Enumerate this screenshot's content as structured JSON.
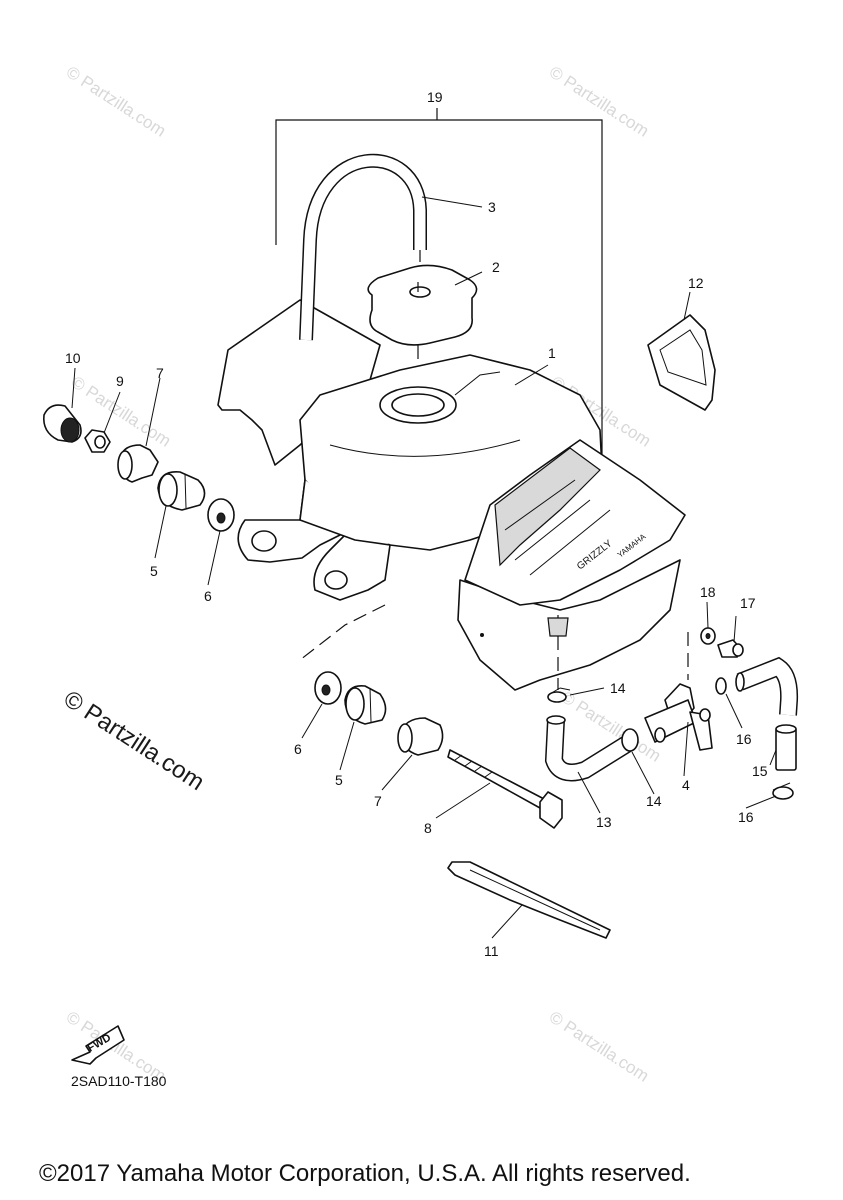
{
  "watermark": "© Partzilla.com",
  "callouts": {
    "c1": "1",
    "c2": "2",
    "c3": "3",
    "c4": "4",
    "c5a": "5",
    "c5b": "5",
    "c6a": "6",
    "c6b": "6",
    "c7a": "7",
    "c7b": "7",
    "c8": "8",
    "c9": "9",
    "c10": "10",
    "c11": "11",
    "c12": "12",
    "c13": "13",
    "c14a": "14",
    "c14b": "14",
    "c15": "15",
    "c16a": "16",
    "c16b": "16",
    "c17": "17",
    "c18": "18",
    "c19": "19"
  },
  "fwd_label": "FWD",
  "decal_text": {
    "model": "GRIZZLY",
    "brand": "YAMAHA"
  },
  "diagram_code": "2SAD110-T180",
  "copyright": "©2017 Yamaha Motor Corporation, U.S.A. All rights reserved."
}
